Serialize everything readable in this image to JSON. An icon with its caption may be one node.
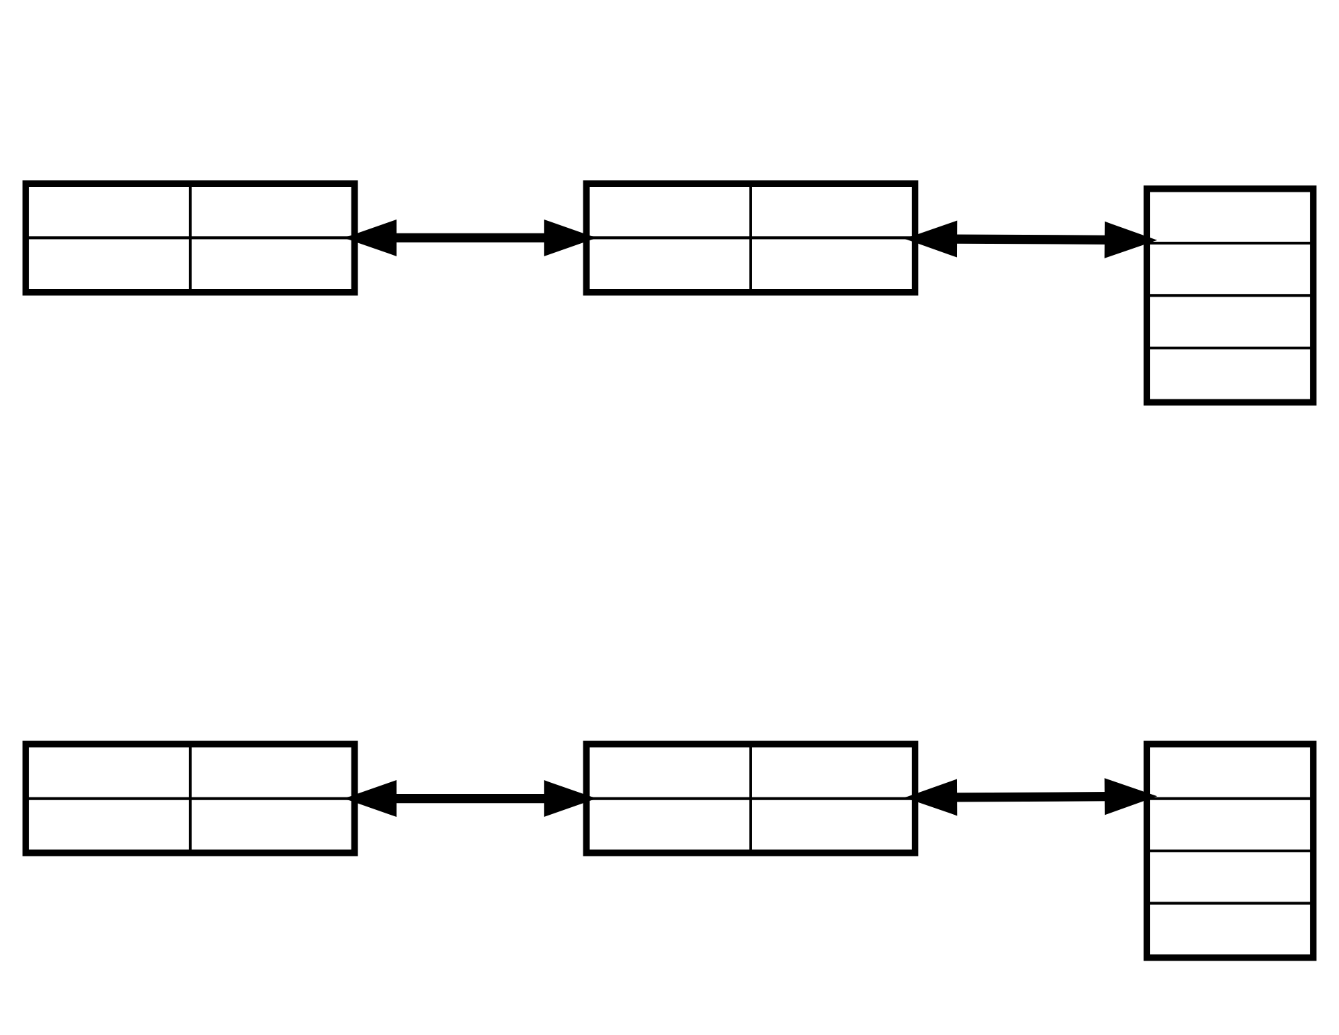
{
  "diagram": {
    "nodes": [
      {
        "text": [],
        "shape": "table"
      },
      {
        "text": [],
        "shape": "table"
      },
      {
        "text": [],
        "shape": "table"
      },
      {
        "text": [],
        "shape": "table"
      },
      {
        "text": [],
        "shape": "table"
      },
      {
        "text": [],
        "shape": "table"
      }
    ],
    "edges": [
      {
        "from": 0,
        "to": 1,
        "arrow": "both"
      },
      {
        "from": 1,
        "to": 2,
        "arrow": "both"
      },
      {
        "from": 3,
        "to": 4,
        "arrow": "both"
      },
      {
        "from": 4,
        "to": 5,
        "arrow": "both"
      }
    ]
  }
}
